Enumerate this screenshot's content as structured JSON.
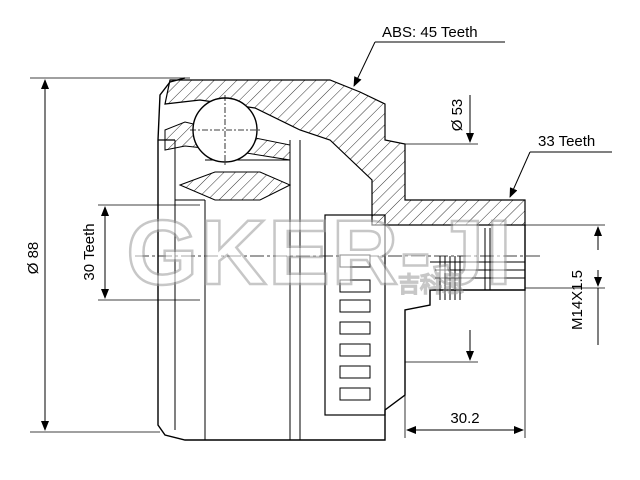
{
  "labels": {
    "abs": "ABS: 45 Teeth",
    "outer_teeth": "33 Teeth",
    "inner_teeth": "30 Teeth",
    "outer_diameter": "Ø 88",
    "shaft_diameter": "Ø 53",
    "thread": "M14X1.5",
    "shaft_length": "30.2"
  },
  "watermark": {
    "latin": "GKER-JI",
    "cjk": "吉科思"
  }
}
